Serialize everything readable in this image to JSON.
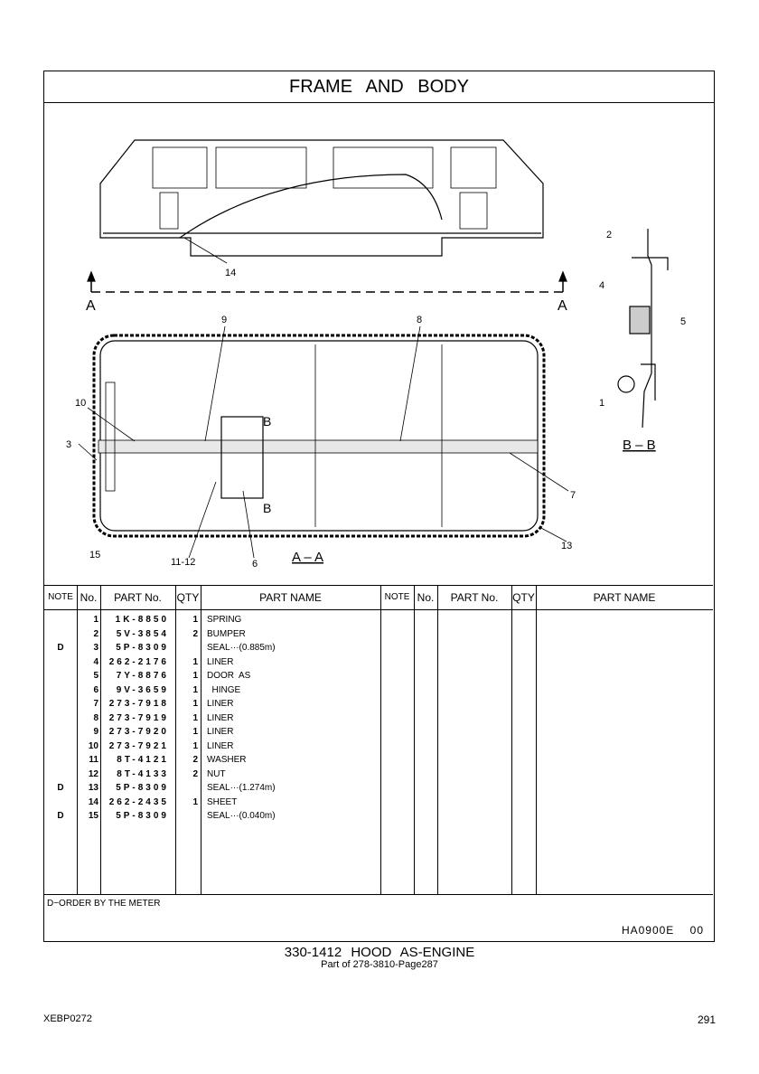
{
  "title": "FRAME AND BODY",
  "drawing": {
    "callouts": [
      "14",
      "9",
      "8",
      "10",
      "3",
      "7",
      "15",
      "11-12",
      "6",
      "13",
      "2",
      "4",
      "5",
      "1"
    ],
    "section_a": "A",
    "section_b": "B",
    "view_aa": "A – A",
    "view_bb": "B – B"
  },
  "table": {
    "headers": {
      "note": "NOTE",
      "no": "No.",
      "part_no": "PART No.",
      "qty": "QTY",
      "part_name": "PART NAME"
    },
    "rows": [
      {
        "note": "",
        "no": "1",
        "part_no": "1K-8850",
        "qty": "1",
        "name": "SPRING"
      },
      {
        "note": "",
        "no": "2",
        "part_no": "5V-3854",
        "qty": "2",
        "name": "BUMPER"
      },
      {
        "note": "D",
        "no": "3",
        "part_no": "5P-8309",
        "qty": "",
        "name": "SEAL···(0.885m)"
      },
      {
        "note": "",
        "no": "4",
        "part_no": "262-2176",
        "qty": "1",
        "name": "LINER"
      },
      {
        "note": "",
        "no": "5",
        "part_no": "7Y-8876",
        "qty": "1",
        "name": "DOOR  AS"
      },
      {
        "note": "",
        "no": "6",
        "part_no": "9V-3659",
        "qty": "1",
        "name": "  HINGE"
      },
      {
        "note": "",
        "no": "7",
        "part_no": "273-7918",
        "qty": "1",
        "name": "LINER"
      },
      {
        "note": "",
        "no": "8",
        "part_no": "273-7919",
        "qty": "1",
        "name": "LINER"
      },
      {
        "note": "",
        "no": "9",
        "part_no": "273-7920",
        "qty": "1",
        "name": "LINER"
      },
      {
        "note": "",
        "no": "10",
        "part_no": "273-7921",
        "qty": "1",
        "name": "LINER"
      },
      {
        "note": "",
        "no": "11",
        "part_no": "8T-4121",
        "qty": "2",
        "name": "WASHER"
      },
      {
        "note": "",
        "no": "12",
        "part_no": "8T-4133",
        "qty": "2",
        "name": "NUT"
      },
      {
        "note": "D",
        "no": "13",
        "part_no": "5P-8309",
        "qty": "",
        "name": "SEAL···(1.274m)"
      },
      {
        "note": "",
        "no": "14",
        "part_no": "262-2435",
        "qty": "1",
        "name": "SHEET"
      },
      {
        "note": "D",
        "no": "15",
        "part_no": "5P-8309",
        "qty": "",
        "name": "SEAL···(0.040m)"
      }
    ]
  },
  "notes": {
    "legend": "D−ORDER BY THE METER",
    "code": "HA0900E    00"
  },
  "footer": {
    "title": "330-1412  HOOD AS-ENGINE",
    "subtitle": "Part of 278-3810-Page287",
    "doc_no": "XEBP0272",
    "page": "291"
  }
}
